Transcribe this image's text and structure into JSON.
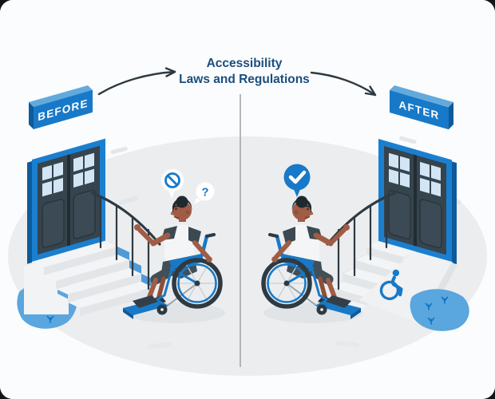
{
  "scene": {
    "title": {
      "line1": "Accessibility",
      "line2": "Laws and Regulations"
    },
    "before": {
      "sign_label": "BEFORE",
      "bubbles": {
        "prohibition": "no-entry",
        "question_glyph": "?"
      }
    },
    "after": {
      "sign_label": "AFTER",
      "bubbles": {
        "approval": "checkmark"
      },
      "ramp_symbol": "wheelchair-accessibility"
    },
    "colors": {
      "primary_blue": "#1779c8",
      "frame_blue": "#1b7fd0",
      "title_navy": "#1b4e7e",
      "ink_dark": "#2e3a42",
      "door_slate": "#35444d",
      "pane_blue": "#d3e5f4",
      "stair_side_blue": "#4f9bd7",
      "grass_blue": "#5aa6de",
      "ground_gray": "#ecedef",
      "background": "#fbfcfd",
      "skin": "#a05c45"
    }
  }
}
